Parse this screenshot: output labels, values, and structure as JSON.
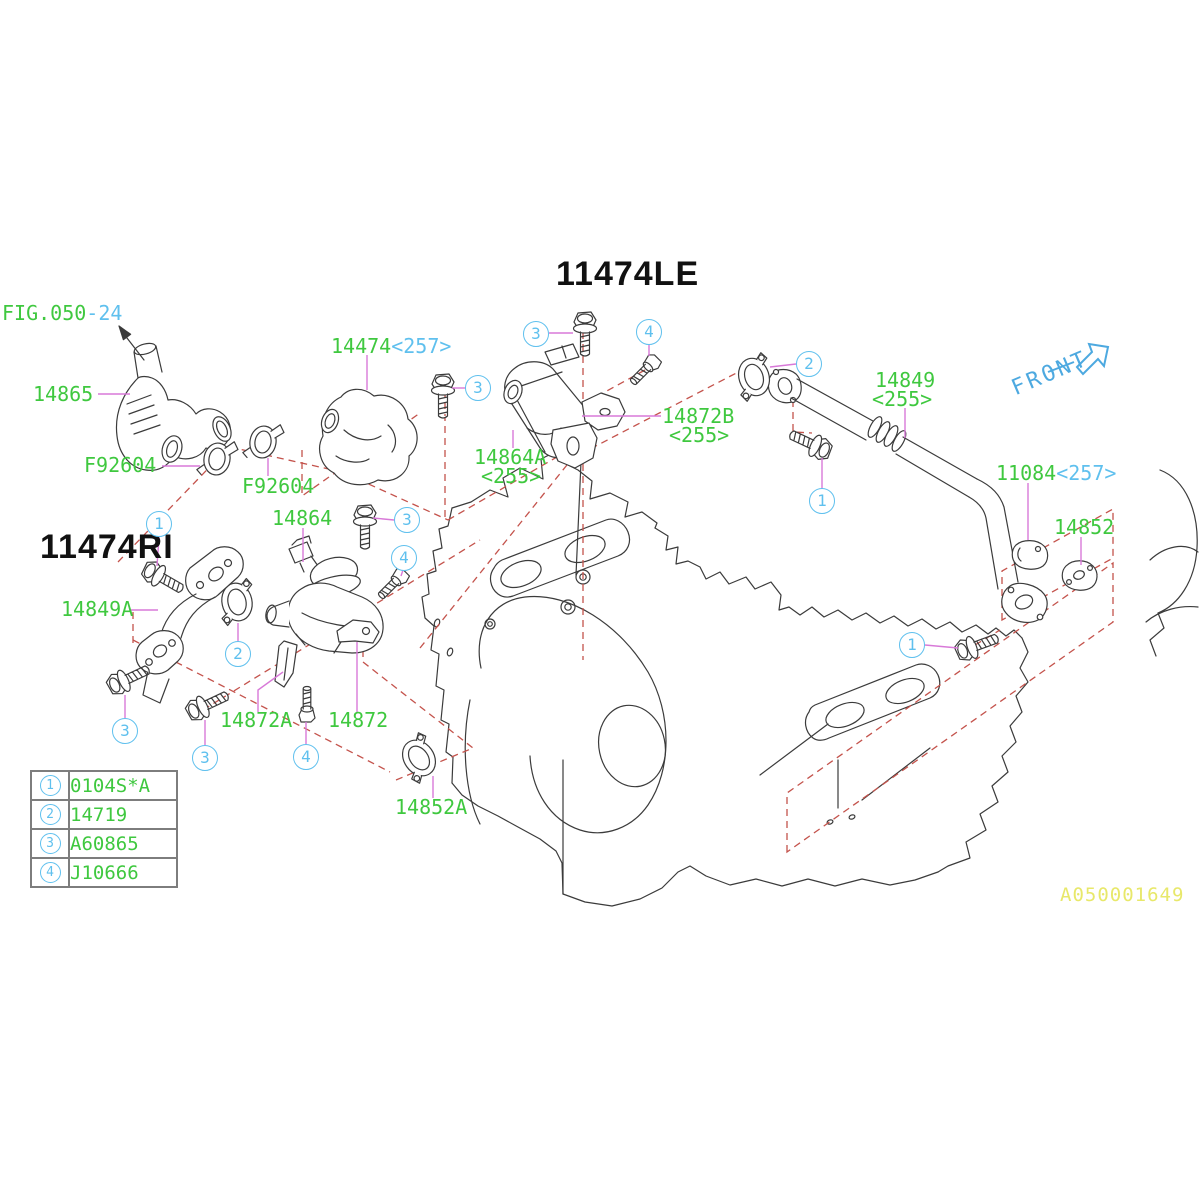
{
  "header": {
    "variant_top": "11474LE",
    "variant_left": "11474RI",
    "figure_ref": {
      "fig": "FIG.050",
      "page": "-24"
    },
    "front_label": "FRONT",
    "drawing_id": "A050001649"
  },
  "parts": {
    "hose": {
      "num": "14865"
    },
    "clamp_left": {
      "num": "F92604"
    },
    "clamp_right": {
      "num": "F92604"
    },
    "pump": {
      "num": "14474",
      "ref": "<257>"
    },
    "valve_upper": {
      "num": "14864A",
      "ref": "<255>"
    },
    "bracket_upper": {
      "num": "14872B",
      "ref": "<255>"
    },
    "pipe_long": {
      "num": "14849",
      "ref": "<255>"
    },
    "gasket_11084": {
      "num": "11084",
      "ref": "<257>"
    },
    "gasket_14852": {
      "num": "14852"
    },
    "valve_center": {
      "num": "14864"
    },
    "pipe_left": {
      "num": "14849A"
    },
    "bracket_lower": {
      "num": "14872A"
    },
    "bracket_wing": {
      "num": "14872"
    },
    "gasket_lower": {
      "num": "14852A"
    }
  },
  "callouts": {
    "c1": "1",
    "c2": "2",
    "c3": "3",
    "c4": "4"
  },
  "legend": {
    "rows": [
      {
        "num": "1",
        "code": "0104S*A"
      },
      {
        "num": "2",
        "code": "14719"
      },
      {
        "num": "3",
        "code": "A60865"
      },
      {
        "num": "4",
        "code": "J10666"
      }
    ]
  },
  "colors": {
    "part_number": "#3fc83f",
    "reference": "#5fc0ee",
    "callout": "#5fc0ee",
    "leader_line": "#d879d8",
    "construction_line": "#c4534c",
    "line_art": "#3b3b3b",
    "sheet_id": "#e8e86a",
    "front_arrow": "#4da9e0"
  }
}
